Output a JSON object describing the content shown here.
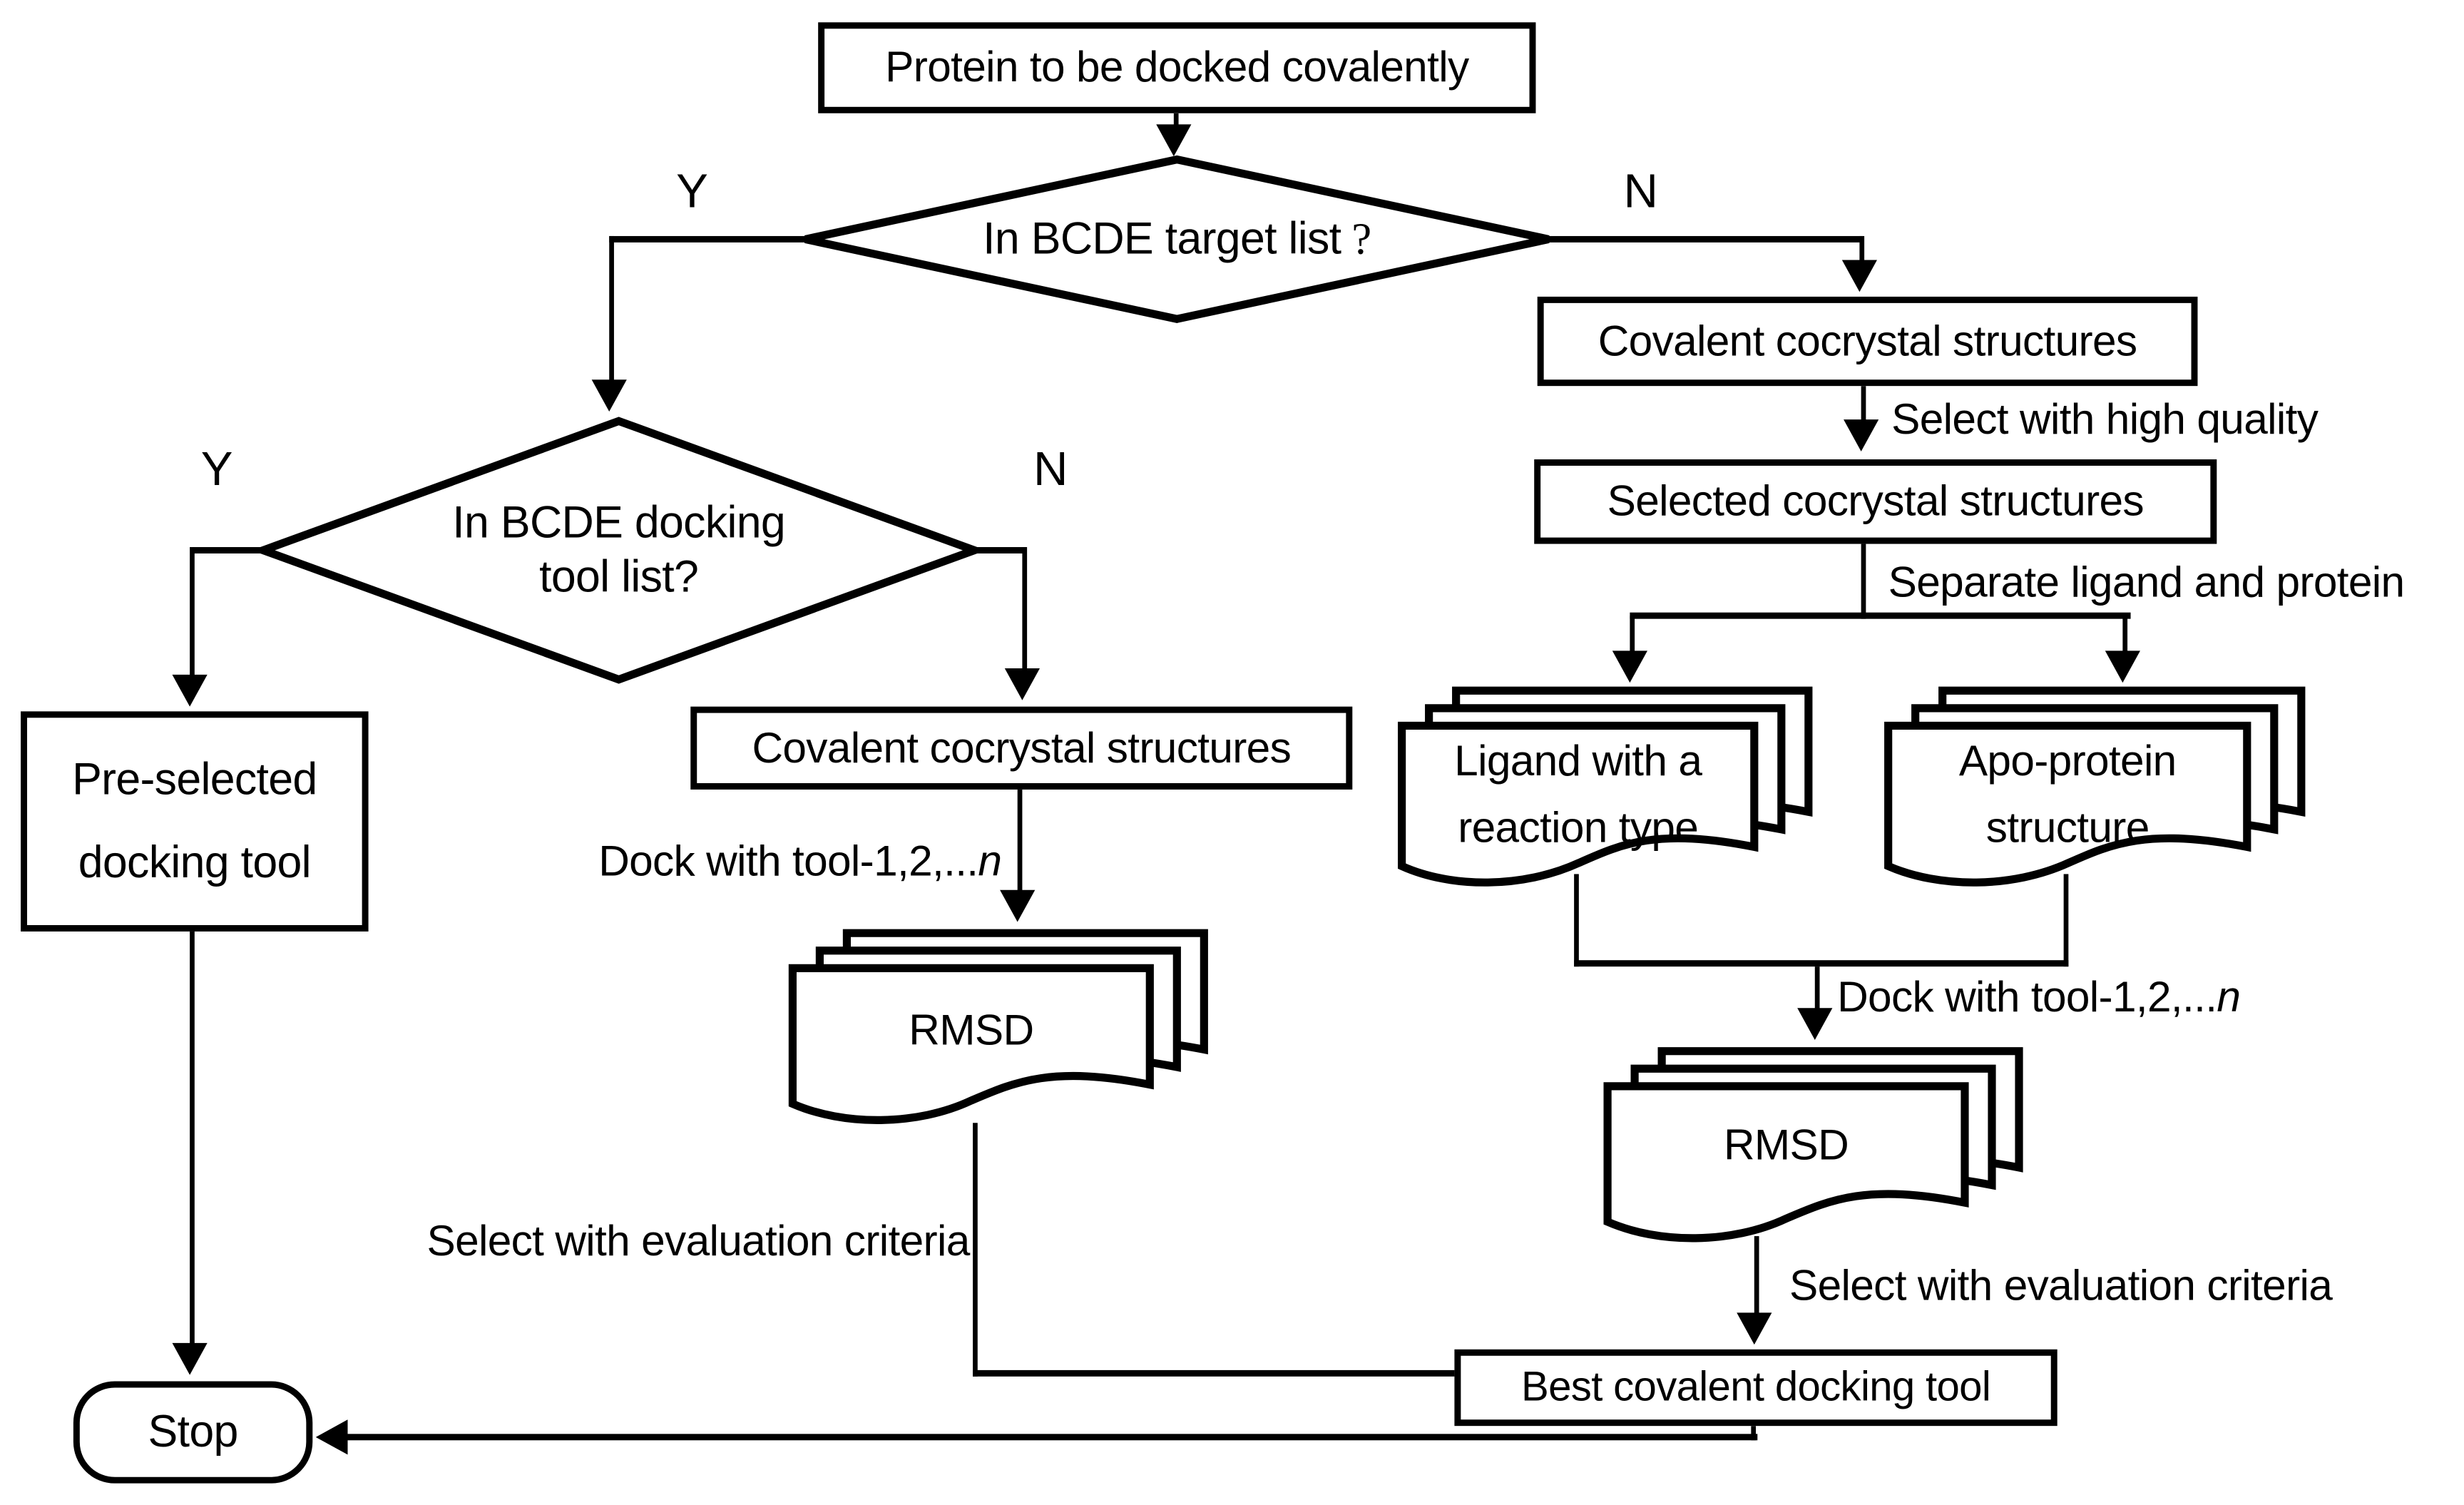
{
  "flowchart": {
    "branch": {
      "yes": "Y",
      "no": "N"
    },
    "nodes": {
      "start": {
        "label": "Protein to be docked covalently"
      },
      "decision_target": {
        "label": "In BCDE target list",
        "suffix": " ?"
      },
      "decision_tool": {
        "line1": "In BCDE docking",
        "line2": "tool list?"
      },
      "preselected": {
        "line1": "Pre-selected",
        "line2": "docking tool"
      },
      "cov_cocrystal_mid": {
        "label": "Covalent cocrystal structures"
      },
      "cov_cocrystal_right": {
        "label": "Covalent cocrystal structures"
      },
      "selected_cocrystal": {
        "label": "Selected cocrystal structures"
      },
      "ligand": {
        "line1": "Ligand with a",
        "line2": "reaction type"
      },
      "apo": {
        "line1": "Apo-protein",
        "line2": "structure"
      },
      "rmsd_mid": {
        "label": "RMSD"
      },
      "rmsd_right": {
        "label": "RMSD"
      },
      "best_tool": {
        "label": "Best covalent docking tool"
      },
      "stop": {
        "label": "Stop"
      }
    },
    "edges": {
      "select_quality": "Select with high quality",
      "separate": "Separate ligand and protein",
      "dock_mid": {
        "text": "Dock with tool-1,2,...",
        "italic": "n"
      },
      "dock_right": {
        "text": "Dock with tool-1,2,...",
        "italic": "n"
      },
      "eval_mid": "Select with evaluation criteria",
      "eval_right": "Select with evaluation criteria"
    },
    "colors": {
      "stroke": "#000000",
      "background": "#ffffff"
    }
  }
}
